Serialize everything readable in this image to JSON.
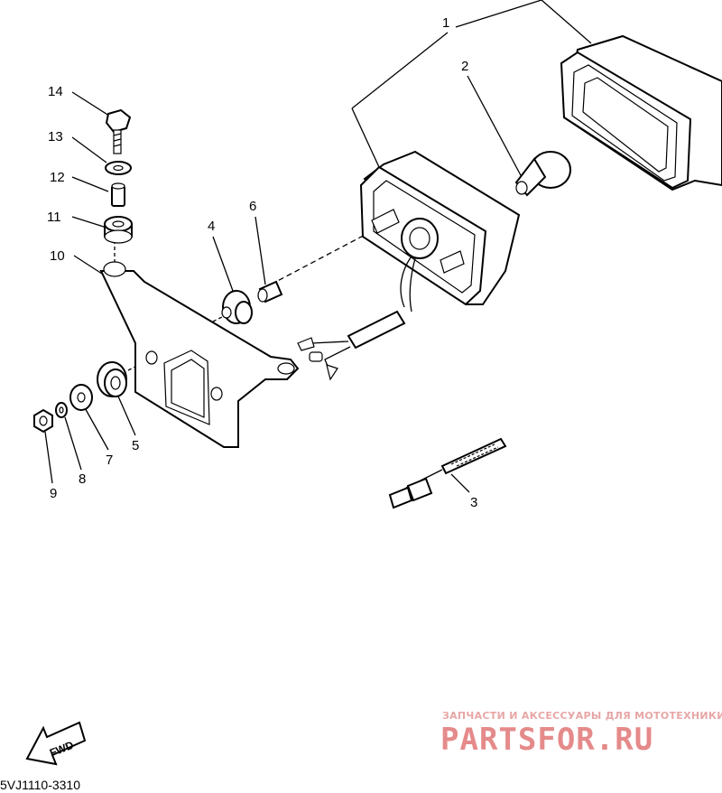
{
  "diagram": {
    "callouts": [
      {
        "id": "1",
        "label": "1"
      },
      {
        "id": "2",
        "label": "2"
      },
      {
        "id": "3",
        "label": "3"
      },
      {
        "id": "4",
        "label": "4"
      },
      {
        "id": "5",
        "label": "5"
      },
      {
        "id": "6",
        "label": "6"
      },
      {
        "id": "7",
        "label": "7"
      },
      {
        "id": "8",
        "label": "8"
      },
      {
        "id": "9",
        "label": "9"
      },
      {
        "id": "10",
        "label": "10"
      },
      {
        "id": "11",
        "label": "11"
      },
      {
        "id": "12",
        "label": "12"
      },
      {
        "id": "13",
        "label": "13"
      },
      {
        "id": "14",
        "label": "14"
      }
    ],
    "direction_marker": "FWD",
    "diagram_code": "5VJ1110-3310"
  },
  "watermark": {
    "tagline": "ЗАПЧАСТИ И АКСЕССУАРЫ ДЛЯ МОТОТЕХНИКИ",
    "brand": "PARTSFOR.RU",
    "color": "#e58a8a"
  }
}
